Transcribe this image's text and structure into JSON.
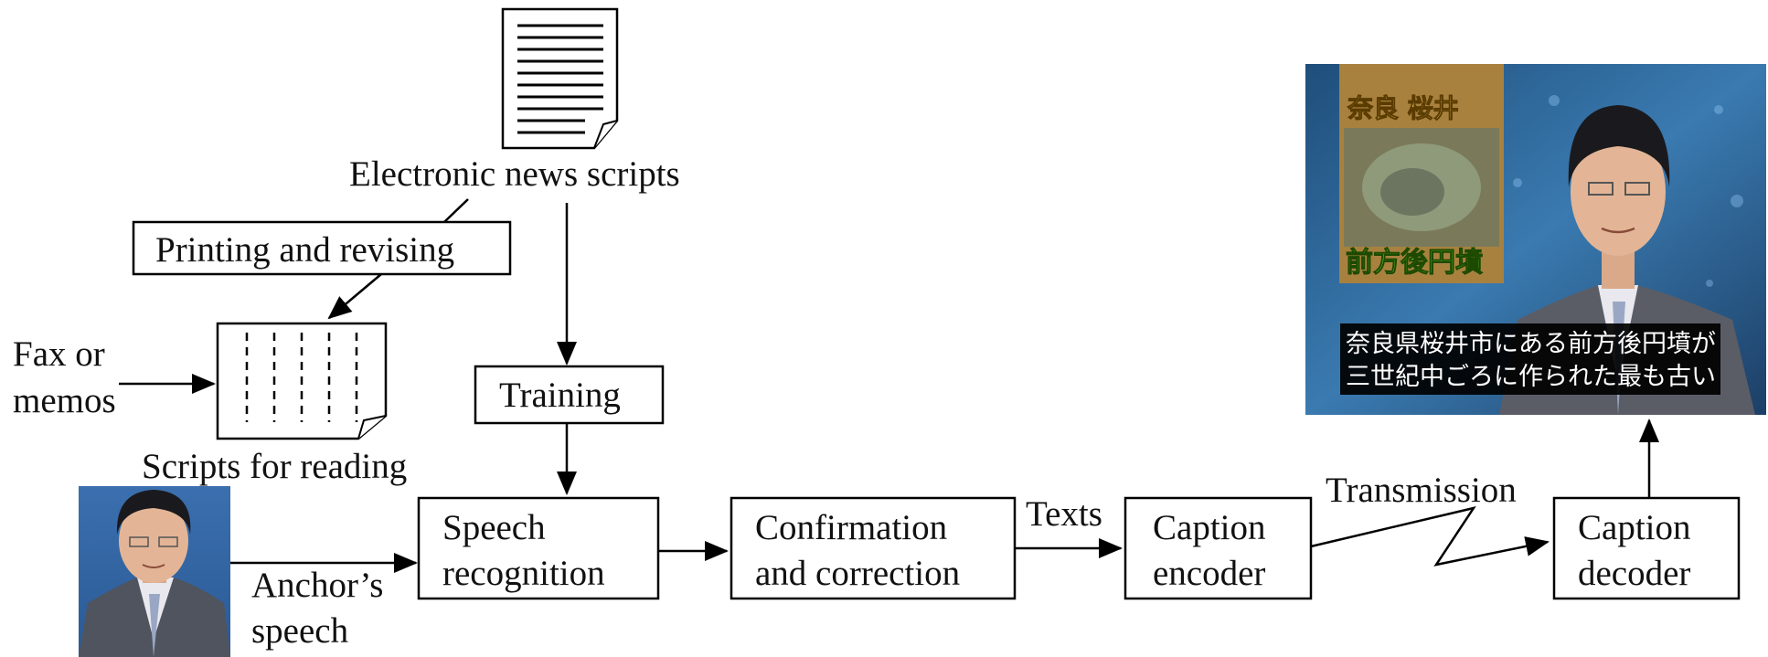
{
  "labels": {
    "electronic_news_scripts": "Electronic news scripts",
    "printing_and_revising": "Printing and revising",
    "fax_line1": "Fax or",
    "fax_line2": "memos",
    "scripts_for_reading": "Scripts for reading",
    "training": "Training",
    "speech_recognition_line1": "Speech",
    "speech_recognition_line2": "recognition",
    "anchor_speech_line1": "Anchor’s",
    "anchor_speech_line2": "speech",
    "confirmation_line1": "Confirmation",
    "confirmation_line2": "and correction",
    "texts": "Texts",
    "caption_encoder_line1": "Caption",
    "caption_encoder_line2": "encoder",
    "transmission": "Transmission",
    "caption_decoder_line1": "Caption",
    "caption_decoder_line2": "decoder"
  },
  "tv_screen": {
    "location_text": "奈良 桜井",
    "site_text": "前方後円墳",
    "caption_line1": "奈良県桜井市にある前方後円墳が",
    "caption_line2": "三世紀中ごろに作られた最も古い"
  },
  "colors": {
    "tv_background": "#2a5a8a",
    "inset_gold": "#b8924a",
    "location_text_color": "#f4d36a",
    "site_text_color": "#7fe040",
    "caption_box": "#000000",
    "suit": "#5a5d66"
  }
}
